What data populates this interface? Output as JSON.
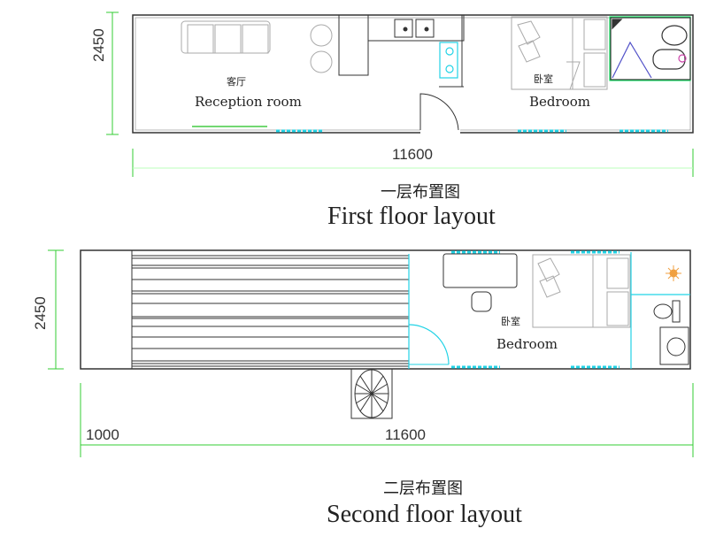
{
  "first_floor": {
    "rooms": [
      {
        "zh": "客厅",
        "en": "Reception room"
      },
      {
        "zh": "卧室",
        "en": "Bedroom"
      }
    ],
    "dimensions": {
      "height": "2450",
      "length": "11600"
    },
    "title_zh": "一层布置图",
    "title_en": "First floor layout"
  },
  "second_floor": {
    "rooms": [
      {
        "zh": "卧室",
        "en": "Bedroom"
      }
    ],
    "dimensions": {
      "height": "2450",
      "terrace": "1000",
      "length": "11600"
    },
    "title_zh": "二层布置图",
    "title_en": "Second floor layout"
  },
  "colors": {
    "wall": "#333333",
    "dimension": "#33cc33",
    "window": "#22d3e6",
    "furniture": "#aaaaaa"
  }
}
